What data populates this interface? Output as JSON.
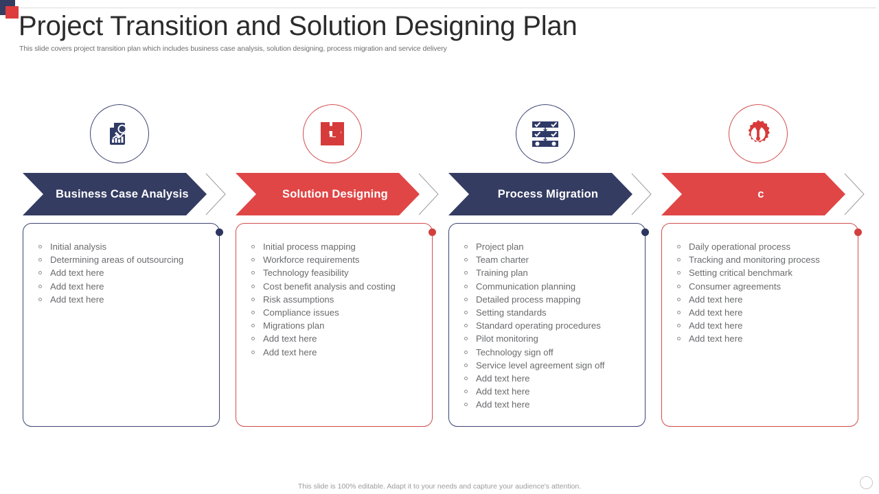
{
  "slide": {
    "title": "Project Transition and Solution Designing Plan",
    "subtitle": "This slide covers project transition plan which includes business case analysis, solution designing, process migration and service delivery",
    "footer_note": "This slide is 100% editable. Adapt it to your needs and capture your audience's attention.",
    "colors": {
      "navy": "#343c62",
      "red": "#e04646",
      "corner_navy": "#343c62",
      "corner_red": "#dc3c3c",
      "text_gray": "#6a6b6e",
      "title_dark": "#2b2b2b"
    }
  },
  "columns": [
    {
      "label": "Business Case Analysis",
      "theme": "navy",
      "icon": "document-chart-magnifier-icon",
      "items": [
        "Initial  analysis",
        "Determining areas of outsourcing",
        "Add text here",
        "Add text here",
        "Add text here"
      ]
    },
    {
      "label": "Solution Designing",
      "theme": "red",
      "icon": "puzzle-pieces-icon",
      "items": [
        "Initial  process mapping",
        "Workforce requirements",
        "Technology  feasibility",
        "Cost benefit analysis and costing",
        "Risk assumptions",
        "Compliance issues",
        "Migrations plan",
        "Add text here",
        "Add text here"
      ]
    },
    {
      "label": "Process Migration",
      "theme": "navy",
      "icon": "process-flow-checklist-icon",
      "items": [
        "Project plan",
        "Team  charter",
        "Training  plan",
        "Communication planning",
        "Detailed process mapping",
        "Setting standards",
        "Standard operating procedures",
        "Pilot monitoring",
        "Technology  sign off",
        "Service level agreement sign off",
        "Add text here",
        "Add text here",
        "Add text here"
      ]
    },
    {
      "label": "c",
      "theme": "red",
      "icon": "gear-wrench-icon",
      "items": [
        "Daily operational process",
        "Tracking and monitoring process",
        "Setting critical benchmark",
        "Consumer agreements",
        "Add text here",
        "Add text here",
        "Add text here",
        "Add text here"
      ]
    }
  ]
}
